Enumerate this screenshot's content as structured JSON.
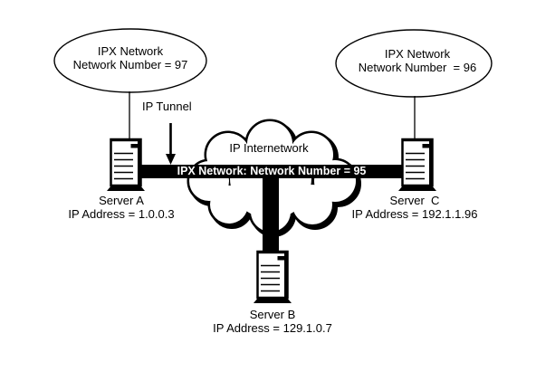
{
  "colors": {
    "ink": "#000000",
    "background": "#ffffff",
    "bar_fill": "#000000",
    "bar_text": "#ffffff"
  },
  "ellipses": {
    "left": {
      "line1": "IPX Network",
      "line2": "Network Number = 97"
    },
    "right": {
      "line1": "IPX Network",
      "line2": "Network Number  = 96"
    }
  },
  "tunnel": {
    "label": "IP Tunnel"
  },
  "cloud": {
    "label": "IP Internetwork"
  },
  "backbone": {
    "label": "IPX Network: Network Number = 95"
  },
  "servers": {
    "a": {
      "name": "Server A",
      "ip": "IP Address = 1.0.0.3"
    },
    "b": {
      "name": "Server B",
      "ip": "IP Address = 129.1.0.7"
    },
    "c": {
      "name": "Server  C",
      "ip": "IP Address = 192.1.1.96"
    }
  }
}
